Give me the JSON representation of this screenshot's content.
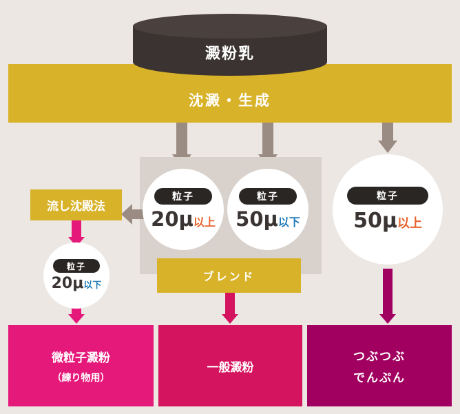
{
  "top_label": "澱粉乳",
  "band_label": "沈澱・生成",
  "side_process_label": "流し沈殿法",
  "blend_label": "ブレンド",
  "circles": {
    "c1": {
      "badge": "粒子",
      "num": "20μ",
      "suffix": "以上",
      "suffix_color": "#e8632b"
    },
    "c2": {
      "badge": "粒子",
      "num": "50μ",
      "suffix": "以下",
      "suffix_color": "#1f7ab8"
    },
    "c3": {
      "badge": "粒子",
      "num": "50μ",
      "suffix": "以上",
      "suffix_color": "#e8632b"
    },
    "c4": {
      "badge": "粒子",
      "num": "20μ",
      "suffix": "以下",
      "suffix_color": "#1f7ab8"
    }
  },
  "outputs": {
    "fine": {
      "line1": "微粒子澱粉",
      "line2": "（練り物用）"
    },
    "general": {
      "line1": "一般澱粉"
    },
    "coarse": {
      "line1": "つぶつぶ",
      "line2": "でんぷん"
    }
  },
  "colors": {
    "mustard": "#d8b228",
    "cylinder": "#3b3331",
    "arrow_gray": "#9a8c82",
    "pink": "#e5197a",
    "crimson": "#d4145f",
    "purple": "#a10060"
  }
}
